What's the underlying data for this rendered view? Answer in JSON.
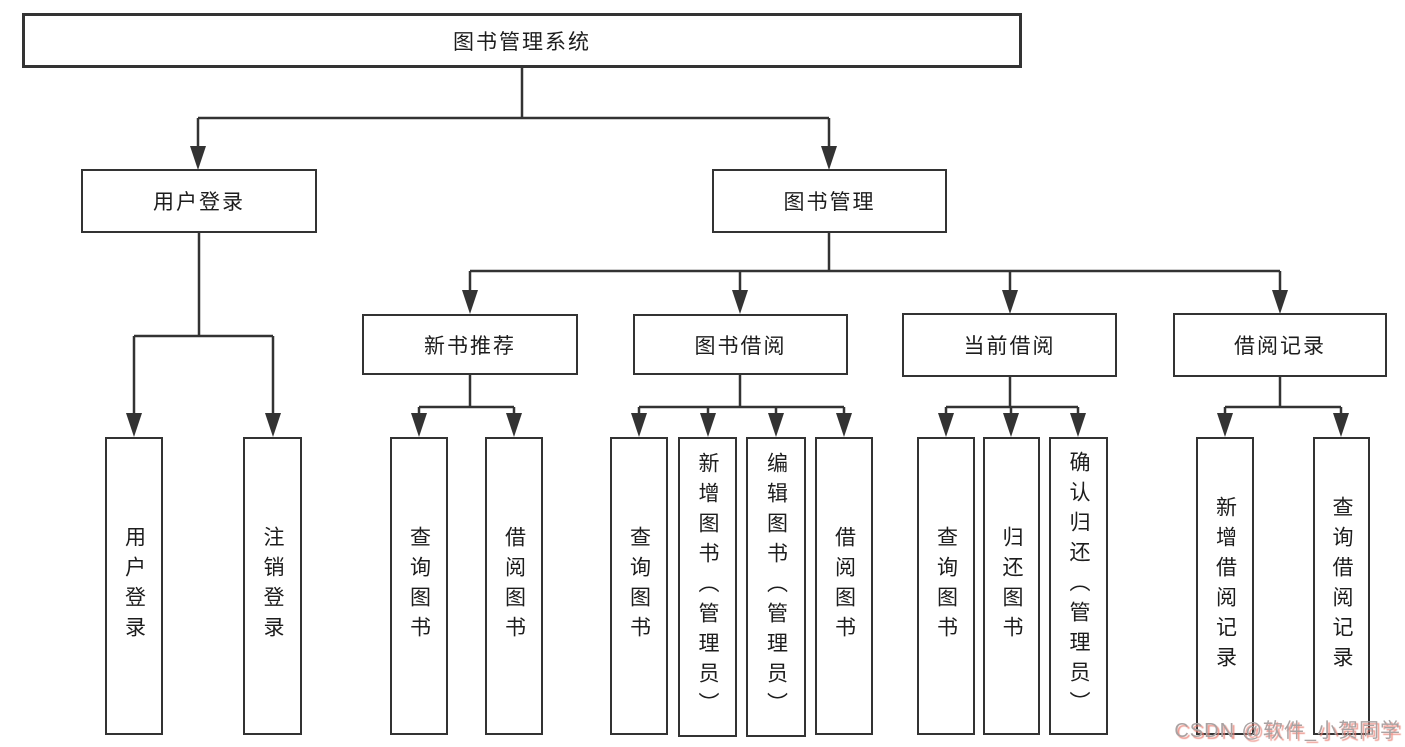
{
  "diagram": {
    "title": "图书管理系统",
    "root": "图书管理系统",
    "level2": {
      "user": "用户登录",
      "mgmt": "图书管理"
    },
    "level3": {
      "recommend": "新书推荐",
      "borrow": "图书借阅",
      "current": "当前借阅",
      "records": "借阅记录"
    },
    "leaves": {
      "user": [
        "用户登录",
        "注销登录"
      ],
      "recommend": [
        "查询图书",
        "借阅图书"
      ],
      "borrow": [
        "查询图书",
        "新增图书（管理员）",
        "编辑图书（管理员）",
        "借阅图书"
      ],
      "current": [
        "查询图书",
        "归还图书",
        "确认归还（管理员）"
      ],
      "records": [
        "新增借阅记录",
        "查询借阅记录"
      ]
    }
  },
  "watermark": "CSDN @软件_小贺同学",
  "colors": {
    "line": "#333333",
    "box_border": "#333333",
    "text": "#1d1d1d",
    "background": "#ffffff",
    "watermark_grey": "#a9a2a2",
    "watermark_red": "#e98074"
  }
}
